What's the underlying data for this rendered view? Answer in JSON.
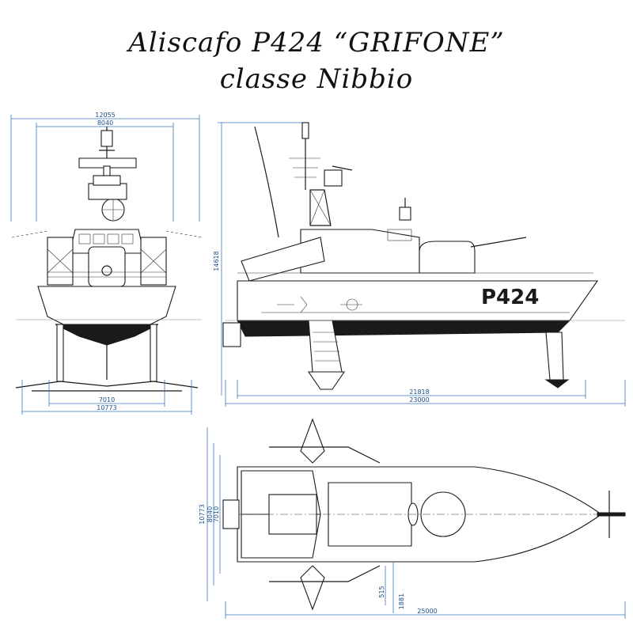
{
  "title": {
    "line1": "Aliscafo P424 “GRIFONE”",
    "line2": "classe Nibbio"
  },
  "hull_number": "P424",
  "front_view": {
    "dim_top_outer": "12055",
    "dim_top_inner": "8040",
    "dim_bottom_inner": "7010",
    "dim_bottom_outer": "10773"
  },
  "side_view": {
    "dim_height": "14618",
    "dim_length_inner": "21818",
    "dim_length_outer": "23000"
  },
  "plan_view": {
    "dim_width_outer": "10773",
    "dim_width_mid": "8040",
    "dim_width_inner": "7010",
    "dim_small_a": "515",
    "dim_small_b": "1881",
    "dim_length": "25000"
  },
  "colors": {
    "dimension": "#3a78c0",
    "ink": "#1a1a1a"
  }
}
